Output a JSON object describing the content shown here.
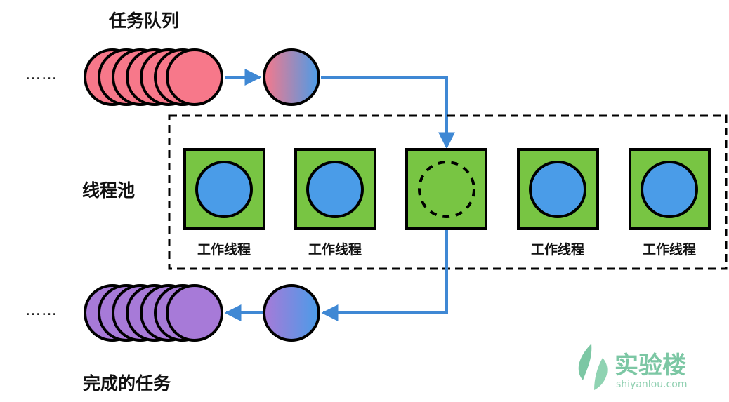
{
  "labels": {
    "task_queue": "任务队列",
    "thread_pool": "线程池",
    "completed_tasks": "完成的任务",
    "ellipsis_top": "……",
    "ellipsis_bottom": "……"
  },
  "workers": [
    {
      "label": "工作线程",
      "state": "busy"
    },
    {
      "label": "工作线程",
      "state": "busy"
    },
    {
      "label": "",
      "state": "idle"
    },
    {
      "label": "工作线程",
      "state": "busy"
    },
    {
      "label": "工作线程",
      "state": "busy"
    }
  ],
  "watermark": {
    "name": "实验楼",
    "url": "shiyanlou.com"
  },
  "colors": {
    "pending_task": "#f7788a",
    "completed_task": "#a77ad8",
    "task_in_worker": "#4a9ce8",
    "worker_box": "#78c543",
    "flow_arrow": "#3f88d4",
    "outline": "#000000",
    "watermark": "#7cc7a4"
  }
}
